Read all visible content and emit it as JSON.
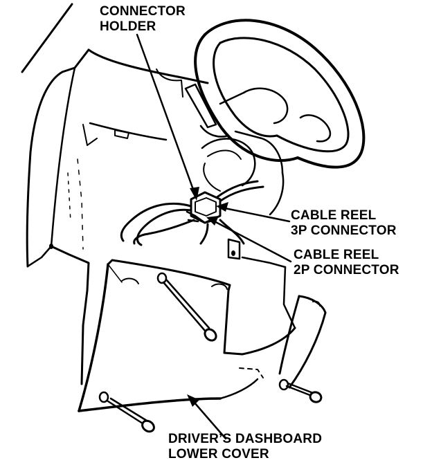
{
  "labels": {
    "connector_holder": {
      "line1": "CONNECTOR",
      "line2": "HOLDER"
    },
    "cable_reel_3p": {
      "line1": "CABLE REEL",
      "line2": "3P CONNECTOR"
    },
    "cable_reel_2p": {
      "line1": "CABLE REEL",
      "line2": "2P CONNECTOR"
    },
    "dashboard_cover": {
      "line1": "DRIVER’S DASHBOARD",
      "line2": "LOWER COVER"
    }
  },
  "colors": {
    "ink": "#000000",
    "paper": "#ffffff"
  }
}
